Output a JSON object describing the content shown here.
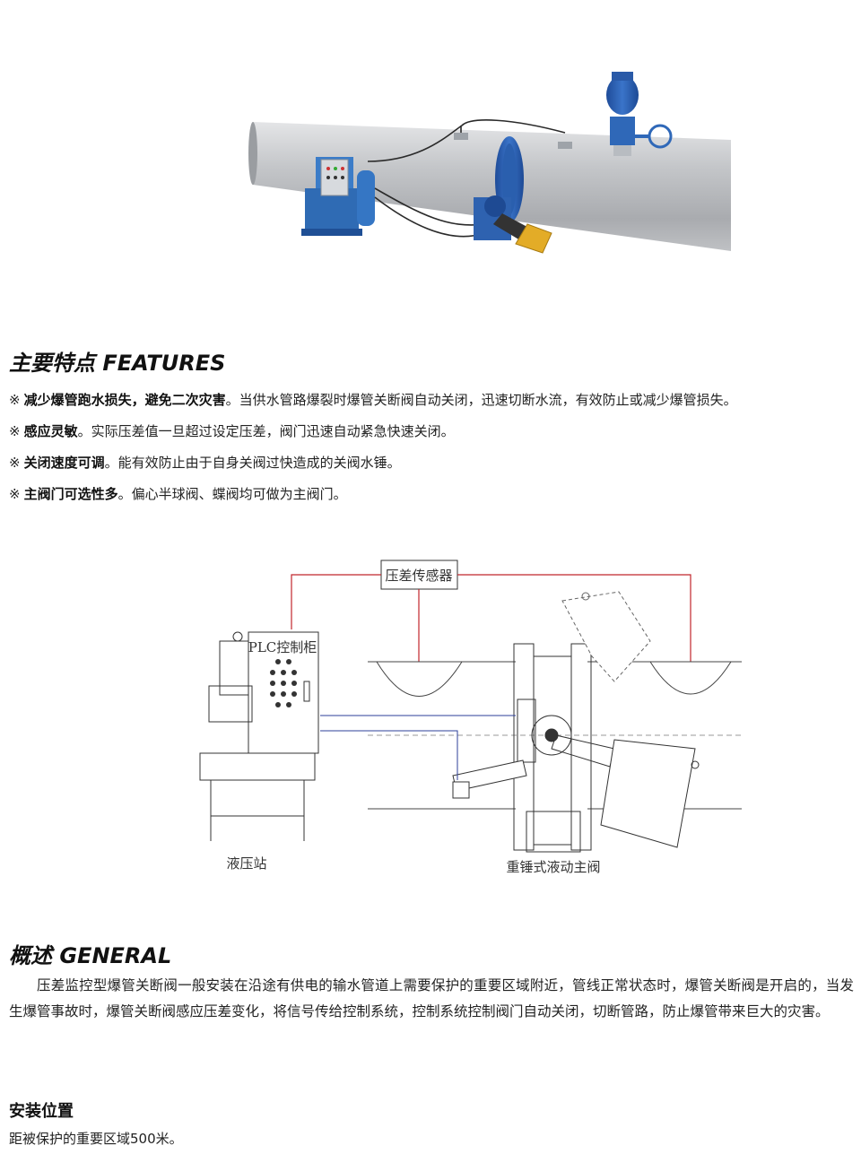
{
  "features": {
    "title_zh": "主要特点",
    "title_en": "FEATURES",
    "mark": "※",
    "items": [
      {
        "bold": "减少爆管跑水损失，避免二次灾害",
        "text": "。当供水管路爆裂时爆管关断阀自动关闭，迅速切断水流，有效防止或减少爆管损失。"
      },
      {
        "bold": "感应灵敏",
        "text": "。实际压差值一旦超过设定压差，阀门迅速自动紧急快速关闭。"
      },
      {
        "bold": "关闭速度可调",
        "text": "。能有效防止由于自身关阀过快造成的关阀水锤。"
      },
      {
        "bold": "主阀门可选性多",
        "text": "。偏心半球阀、蝶阀均可做为主阀门。"
      }
    ]
  },
  "diagram": {
    "sensor_label": "压差传感器",
    "plc_label": "PLC控制柜",
    "hydraulic_label": "液压站",
    "valve_label": "重锤式液动主阀"
  },
  "general": {
    "title_zh": "概述",
    "title_en": "GENERAL",
    "body": "压差监控型爆管关断阀一般安装在沿途有供电的输水管道上需要保护的重要区域附近，管线正常状态时，爆管关断阀是开启的，当发生爆管事故时，爆管关断阀感应压差变化，将信号传给控制系统，控制系统控制阀门自动关闭，切断管路，防止爆管带来巨大的灾害。"
  },
  "install": {
    "title": "安装位置",
    "body": "距被保护的重要区域500米。"
  },
  "colors": {
    "pipe": "#c9cbcd",
    "valve_blue": "#2f63b5",
    "weight_yellow": "#e8b12a",
    "sensor_line": "#c0262c",
    "signal_line": "#2d3f9a"
  }
}
